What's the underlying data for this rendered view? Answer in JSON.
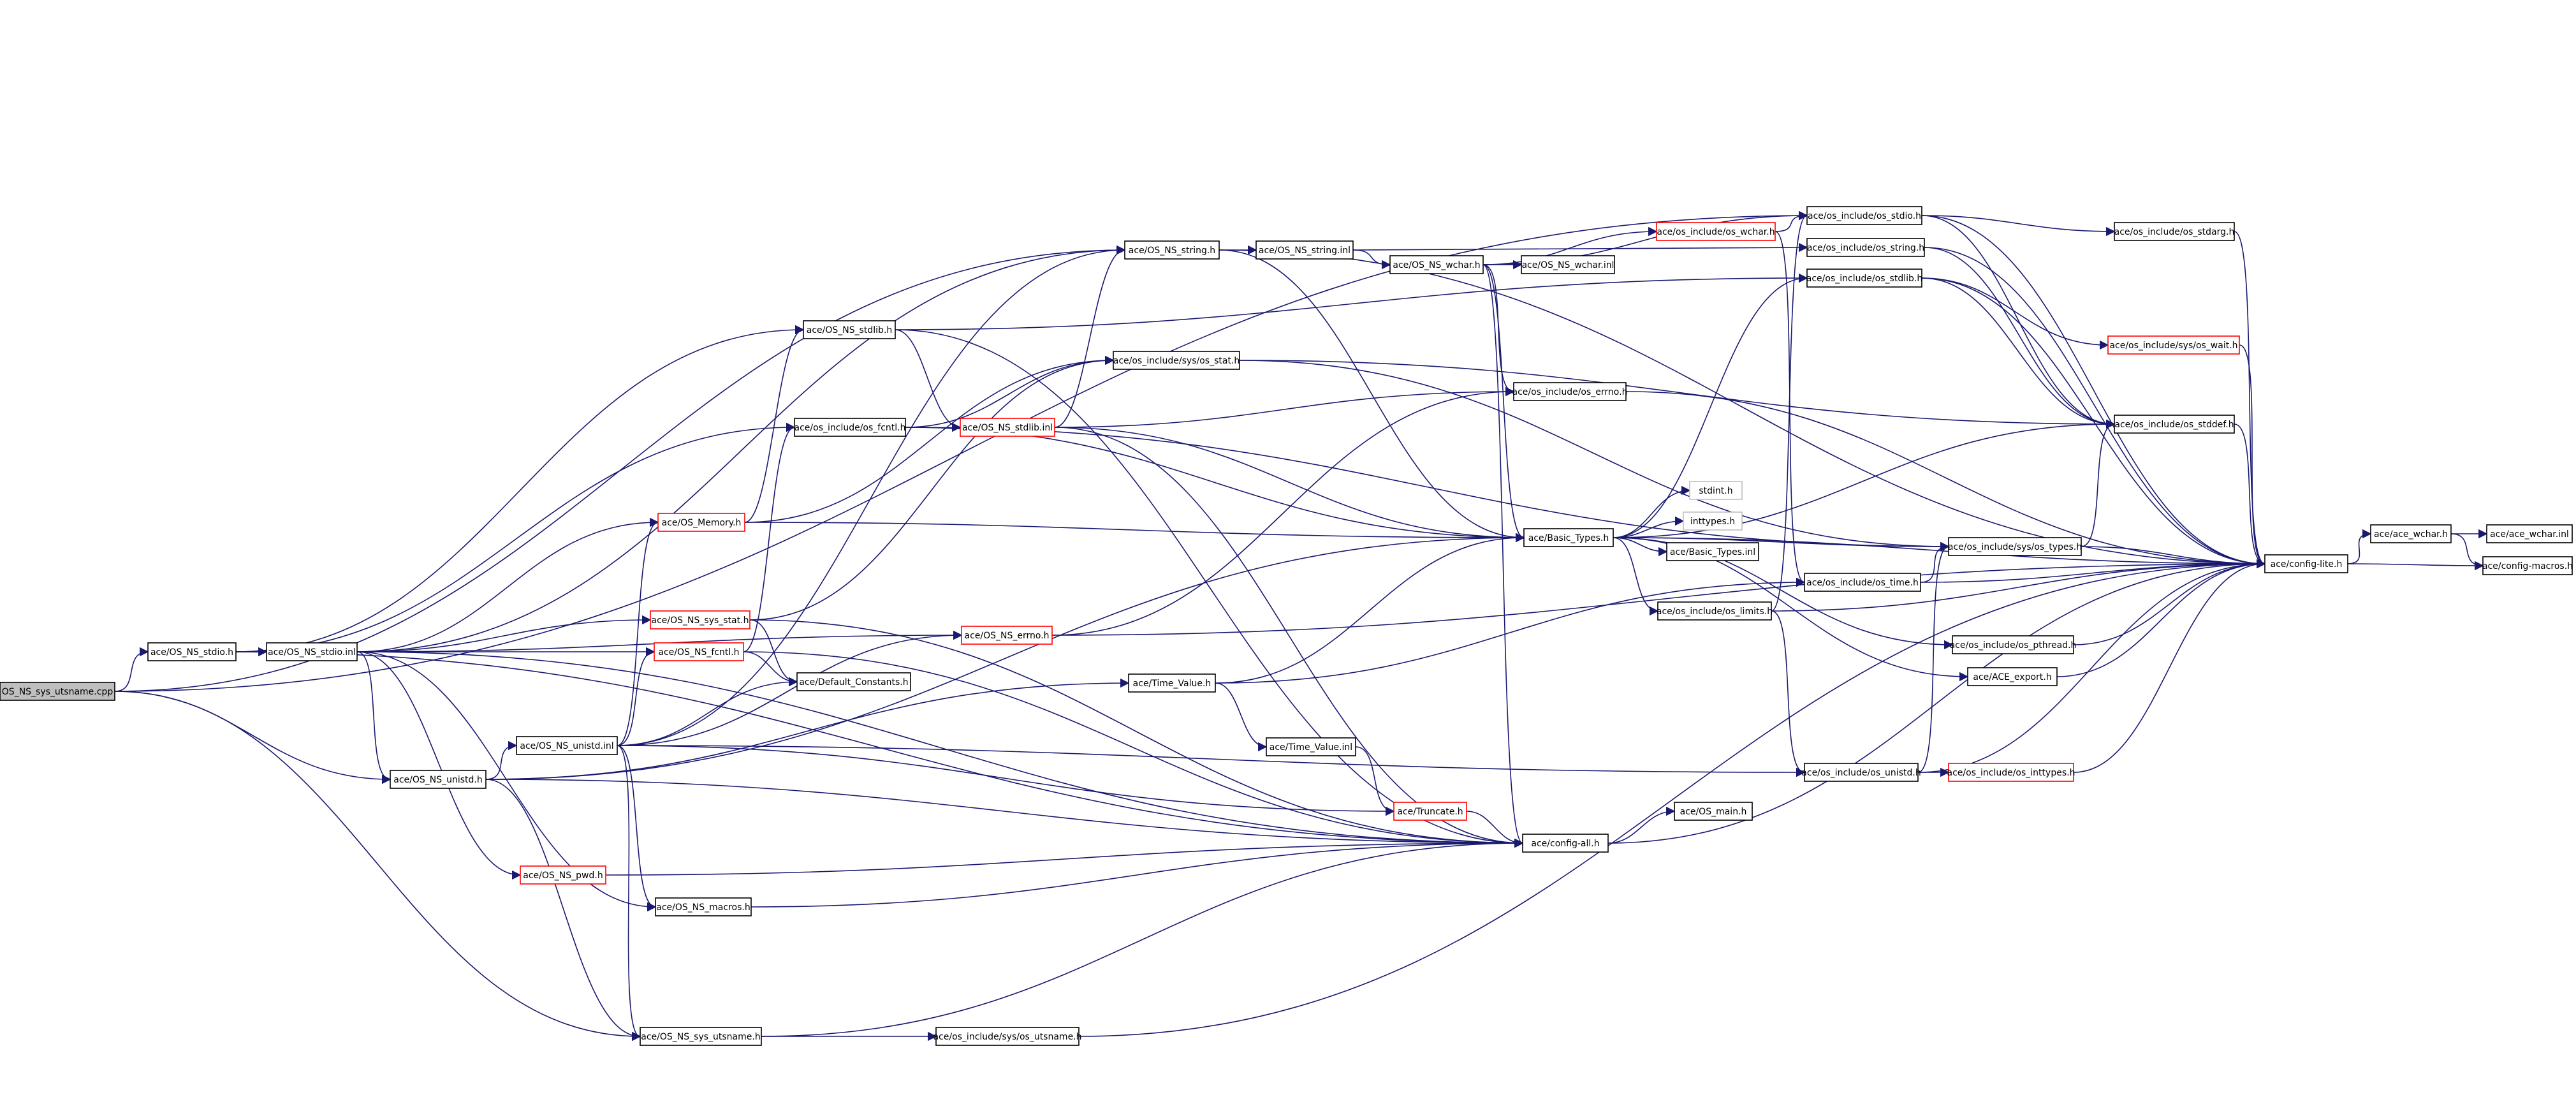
{
  "colors": {
    "edge": "#191970",
    "border_normal": "#000000",
    "border_truncated": "#ff0000",
    "border_external": "#bfbfbf",
    "fill_root": "#bfbfbf",
    "fill_default": "#ffffff"
  },
  "nodes": [
    {
      "id": "root",
      "label": "OS_NS_sys_utsname.cpp",
      "style": "root"
    },
    {
      "id": "ns_stdio_h",
      "label": "ace/OS_NS_stdio.h",
      "style": "normal"
    },
    {
      "id": "ns_stdio_inl",
      "label": "ace/OS_NS_stdio.inl",
      "style": "normal"
    },
    {
      "id": "ns_unistd_h",
      "label": "ace/OS_NS_unistd.h",
      "style": "normal"
    },
    {
      "id": "ns_unistd_inl",
      "label": "ace/OS_NS_unistd.inl",
      "style": "normal"
    },
    {
      "id": "ns_utsname_h",
      "label": "ace/OS_NS_sys_utsname.h",
      "style": "normal"
    },
    {
      "id": "os_memory",
      "label": "ace/OS_Memory.h",
      "style": "truncated"
    },
    {
      "id": "ns_sys_stat",
      "label": "ace/OS_NS_sys_stat.h",
      "style": "truncated"
    },
    {
      "id": "ns_fcntl",
      "label": "ace/OS_NS_fcntl.h",
      "style": "truncated"
    },
    {
      "id": "ns_pwd",
      "label": "ace/OS_NS_pwd.h",
      "style": "truncated"
    },
    {
      "id": "ns_macros",
      "label": "ace/OS_NS_macros.h",
      "style": "normal"
    },
    {
      "id": "ns_stdlib_h",
      "label": "ace/OS_NS_stdlib.h",
      "style": "normal"
    },
    {
      "id": "inc_fcntl",
      "label": "ace/os_include/os_fcntl.h",
      "style": "normal"
    },
    {
      "id": "default_const",
      "label": "ace/Default_Constants.h",
      "style": "normal"
    },
    {
      "id": "ns_string_h",
      "label": "ace/OS_NS_string.h",
      "style": "normal"
    },
    {
      "id": "ns_string_inl",
      "label": "ace/OS_NS_string.inl",
      "style": "normal"
    },
    {
      "id": "ns_wchar_h",
      "label": "ace/OS_NS_wchar.h",
      "style": "normal"
    },
    {
      "id": "ns_wchar_inl",
      "label": "ace/OS_NS_wchar.inl",
      "style": "normal"
    },
    {
      "id": "inc_sys_stat",
      "label": "ace/os_include/sys/os_stat.h",
      "style": "normal"
    },
    {
      "id": "ns_stdlib_inl",
      "label": "ace/OS_NS_stdlib.inl",
      "style": "truncated"
    },
    {
      "id": "ns_errno",
      "label": "ace/OS_NS_errno.h",
      "style": "truncated"
    },
    {
      "id": "time_value_h",
      "label": "ace/Time_Value.h",
      "style": "normal"
    },
    {
      "id": "time_value_inl",
      "label": "ace/Time_Value.inl",
      "style": "normal"
    },
    {
      "id": "truncate",
      "label": "ace/Truncate.h",
      "style": "truncated"
    },
    {
      "id": "config_all",
      "label": "ace/config-all.h",
      "style": "normal"
    },
    {
      "id": "os_main",
      "label": "ace/OS_main.h",
      "style": "normal"
    },
    {
      "id": "inc_sys_utsname",
      "label": "ace/os_include/sys/os_utsname.h",
      "style": "normal"
    },
    {
      "id": "inc_errno",
      "label": "ace/os_include/os_errno.h",
      "style": "normal"
    },
    {
      "id": "basic_types_h",
      "label": "ace/Basic_Types.h",
      "style": "normal"
    },
    {
      "id": "stdint",
      "label": "stdint.h",
      "style": "external"
    },
    {
      "id": "inttypes",
      "label": "inttypes.h",
      "style": "external"
    },
    {
      "id": "basic_types_inl",
      "label": "ace/Basic_Types.inl",
      "style": "normal"
    },
    {
      "id": "inc_limits",
      "label": "ace/os_include/os_limits.h",
      "style": "normal"
    },
    {
      "id": "inc_unistd",
      "label": "ace/os_include/os_unistd.h",
      "style": "normal"
    },
    {
      "id": "inc_inttypes",
      "label": "ace/os_include/os_inttypes.h",
      "style": "truncated"
    },
    {
      "id": "inc_wchar",
      "label": "ace/os_include/os_wchar.h",
      "style": "truncated"
    },
    {
      "id": "inc_stdio",
      "label": "ace/os_include/os_stdio.h",
      "style": "normal"
    },
    {
      "id": "inc_string",
      "label": "ace/os_include/os_string.h",
      "style": "normal"
    },
    {
      "id": "inc_stdlib",
      "label": "ace/os_include/os_stdlib.h",
      "style": "normal"
    },
    {
      "id": "inc_time",
      "label": "ace/os_include/os_time.h",
      "style": "normal"
    },
    {
      "id": "inc_sys_types",
      "label": "ace/os_include/sys/os_types.h",
      "style": "normal"
    },
    {
      "id": "inc_stddef",
      "label": "ace/os_include/os_stddef.h",
      "style": "normal"
    },
    {
      "id": "inc_stdarg",
      "label": "ace/os_include/os_stdarg.h",
      "style": "normal"
    },
    {
      "id": "inc_sys_wait",
      "label": "ace/os_include/sys/os_wait.h",
      "style": "truncated"
    },
    {
      "id": "inc_pthread",
      "label": "ace/os_include/os_pthread.h",
      "style": "normal"
    },
    {
      "id": "ace_export",
      "label": "ace/ACE_export.h",
      "style": "normal"
    },
    {
      "id": "config_lite",
      "label": "ace/config-lite.h",
      "style": "normal"
    },
    {
      "id": "ace_wchar_h",
      "label": "ace/ace_wchar.h",
      "style": "normal"
    },
    {
      "id": "ace_wchar_inl",
      "label": "ace/ace_wchar.inl",
      "style": "normal"
    },
    {
      "id": "config_macros",
      "label": "ace/config-macros.h",
      "style": "normal"
    }
  ],
  "edges": [
    [
      "root",
      "ns_stdio_h"
    ],
    [
      "root",
      "ns_unistd_h"
    ],
    [
      "root",
      "ns_utsname_h"
    ],
    [
      "root",
      "ns_string_h"
    ],
    [
      "root",
      "inc_stdio"
    ],
    [
      "ns_stdio_h",
      "ns_stdio_inl"
    ],
    [
      "ns_stdio_h",
      "inc_fcntl"
    ],
    [
      "ns_stdio_h",
      "ns_stdlib_h"
    ],
    [
      "ns_stdio_h",
      "config_all"
    ],
    [
      "ns_stdio_inl",
      "ns_unistd_h"
    ],
    [
      "ns_stdio_inl",
      "os_memory"
    ],
    [
      "ns_stdio_inl",
      "ns_sys_stat"
    ],
    [
      "ns_stdio_inl",
      "ns_fcntl"
    ],
    [
      "ns_stdio_inl",
      "ns_pwd"
    ],
    [
      "ns_stdio_inl",
      "ns_errno"
    ],
    [
      "ns_stdio_inl",
      "ns_string_h"
    ],
    [
      "ns_stdio_inl",
      "config_all"
    ],
    [
      "ns_stdio_inl",
      "ns_macros"
    ],
    [
      "ns_unistd_h",
      "ns_unistd_inl"
    ],
    [
      "ns_unistd_h",
      "time_value_h"
    ],
    [
      "ns_unistd_h",
      "basic_types_h"
    ],
    [
      "ns_unistd_h",
      "config_all"
    ],
    [
      "ns_unistd_h",
      "ns_utsname_h"
    ],
    [
      "ns_unistd_inl",
      "ns_macros"
    ],
    [
      "ns_unistd_inl",
      "default_const"
    ],
    [
      "ns_unistd_inl",
      "ns_fcntl"
    ],
    [
      "ns_unistd_inl",
      "os_memory"
    ],
    [
      "ns_unistd_inl",
      "ns_errno"
    ],
    [
      "ns_unistd_inl",
      "truncate"
    ],
    [
      "ns_unistd_inl",
      "ns_utsname_h"
    ],
    [
      "ns_unistd_inl",
      "inc_unistd"
    ],
    [
      "ns_unistd_inl",
      "ns_string_h"
    ],
    [
      "ns_utsname_h",
      "inc_sys_utsname"
    ],
    [
      "ns_utsname_h",
      "config_all"
    ],
    [
      "os_memory",
      "basic_types_h"
    ],
    [
      "os_memory",
      "ns_stdlib_h"
    ],
    [
      "os_memory",
      "inc_sys_stat"
    ],
    [
      "ns_sys_stat",
      "default_const"
    ],
    [
      "ns_sys_stat",
      "inc_sys_stat"
    ],
    [
      "ns_sys_stat",
      "config_all"
    ],
    [
      "ns_fcntl",
      "default_const"
    ],
    [
      "ns_fcntl",
      "inc_fcntl"
    ],
    [
      "ns_fcntl",
      "config_all"
    ],
    [
      "ns_pwd",
      "config_all"
    ],
    [
      "ns_macros",
      "config_all"
    ],
    [
      "ns_stdlib_h",
      "ns_stdlib_inl"
    ],
    [
      "ns_stdlib_h",
      "config_all"
    ],
    [
      "ns_stdlib_h",
      "inc_stdlib"
    ],
    [
      "inc_fcntl",
      "inc_sys_stat"
    ],
    [
      "inc_fcntl",
      "basic_types_h"
    ],
    [
      "inc_fcntl",
      "inc_sys_types"
    ],
    [
      "ns_string_h",
      "ns_string_inl"
    ],
    [
      "ns_string_h",
      "basic_types_h"
    ],
    [
      "ns_string_h",
      "config_lite"
    ],
    [
      "ns_string_inl",
      "ns_wchar_h"
    ],
    [
      "ns_string_inl",
      "inc_string"
    ],
    [
      "ns_wchar_h",
      "ns_wchar_inl"
    ],
    [
      "ns_wchar_h",
      "inc_wchar"
    ],
    [
      "ns_wchar_h",
      "inc_errno"
    ],
    [
      "ns_wchar_h",
      "basic_types_h"
    ],
    [
      "ns_wchar_h",
      "config_all"
    ],
    [
      "ns_wchar_h",
      "inc_stdio"
    ],
    [
      "inc_sys_stat",
      "inc_sys_types"
    ],
    [
      "inc_sys_stat",
      "inc_stddef"
    ],
    [
      "ns_stdlib_inl",
      "ns_string_h"
    ],
    [
      "ns_stdlib_inl",
      "inc_errno"
    ],
    [
      "ns_stdlib_inl",
      "basic_types_h"
    ],
    [
      "ns_stdlib_inl",
      "config_all"
    ],
    [
      "ns_errno",
      "inc_errno"
    ],
    [
      "ns_errno",
      "config_lite"
    ],
    [
      "time_value_h",
      "time_value_inl"
    ],
    [
      "time_value_h",
      "basic_types_h"
    ],
    [
      "time_value_h",
      "inc_time"
    ],
    [
      "time_value_inl",
      "truncate"
    ],
    [
      "truncate",
      "config_all"
    ],
    [
      "config_all",
      "os_main"
    ],
    [
      "config_all",
      "config_lite"
    ],
    [
      "inc_sys_utsname",
      "config_lite"
    ],
    [
      "inc_errno",
      "config_lite"
    ],
    [
      "basic_types_h",
      "stdint"
    ],
    [
      "basic_types_h",
      "inttypes"
    ],
    [
      "basic_types_h",
      "basic_types_inl"
    ],
    [
      "basic_types_h",
      "inc_limits"
    ],
    [
      "basic_types_h",
      "inc_sys_types"
    ],
    [
      "basic_types_h",
      "inc_pthread"
    ],
    [
      "basic_types_h",
      "ace_export"
    ],
    [
      "basic_types_h",
      "config_lite"
    ],
    [
      "basic_types_h",
      "inc_stdlib"
    ],
    [
      "basic_types_h",
      "inc_stddef"
    ],
    [
      "inc_limits",
      "inc_unistd"
    ],
    [
      "inc_limits",
      "inc_stdio"
    ],
    [
      "inc_limits",
      "config_lite"
    ],
    [
      "inc_unistd",
      "inc_inttypes"
    ],
    [
      "inc_unistd",
      "inc_sys_types"
    ],
    [
      "inc_unistd",
      "config_lite"
    ],
    [
      "inc_inttypes",
      "config_lite"
    ],
    [
      "inc_wchar",
      "inc_stdio"
    ],
    [
      "inc_wchar",
      "inc_time"
    ],
    [
      "inc_stdio",
      "inc_stdarg"
    ],
    [
      "inc_stdio",
      "inc_stddef"
    ],
    [
      "inc_stdio",
      "config_lite"
    ],
    [
      "inc_string",
      "inc_stddef"
    ],
    [
      "inc_string",
      "config_lite"
    ],
    [
      "inc_stdlib",
      "inc_sys_wait"
    ],
    [
      "inc_stdlib",
      "inc_stddef"
    ],
    [
      "inc_stdlib",
      "config_lite"
    ],
    [
      "inc_time",
      "inc_sys_types"
    ],
    [
      "inc_time",
      "config_lite"
    ],
    [
      "inc_sys_types",
      "inc_stddef"
    ],
    [
      "inc_sys_types",
      "config_lite"
    ],
    [
      "inc_stddef",
      "config_lite"
    ],
    [
      "inc_stdarg",
      "config_lite"
    ],
    [
      "inc_sys_wait",
      "config_lite"
    ],
    [
      "inc_pthread",
      "config_lite"
    ],
    [
      "ace_export",
      "config_lite"
    ],
    [
      "config_lite",
      "ace_wchar_h"
    ],
    [
      "config_lite",
      "config_macros"
    ],
    [
      "ace_wchar_h",
      "ace_wchar_inl"
    ],
    [
      "ace_wchar_h",
      "config_macros"
    ]
  ]
}
